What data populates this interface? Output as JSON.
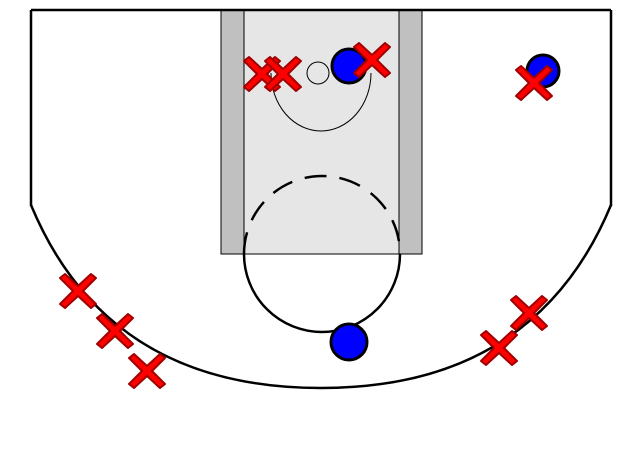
{
  "colors": {
    "background": "#ffffff",
    "lane_outer": "#c0c0c0",
    "lane_inner": "#e6e6e6",
    "line": "#000000",
    "defender_fill": "#ff0000",
    "defender_stroke": "#a00000",
    "offense_fill": "#0000ff",
    "offense_stroke": "#000000"
  },
  "icons": {
    "defender": "red-x-icon",
    "offense": "blue-circle-icon"
  },
  "court": {
    "elements": [
      "lane",
      "free-throw-circle",
      "restricted-area",
      "basket",
      "three-point-line",
      "sidelines"
    ]
  },
  "players": {
    "defenders_count": 9,
    "offense_count": 3
  }
}
